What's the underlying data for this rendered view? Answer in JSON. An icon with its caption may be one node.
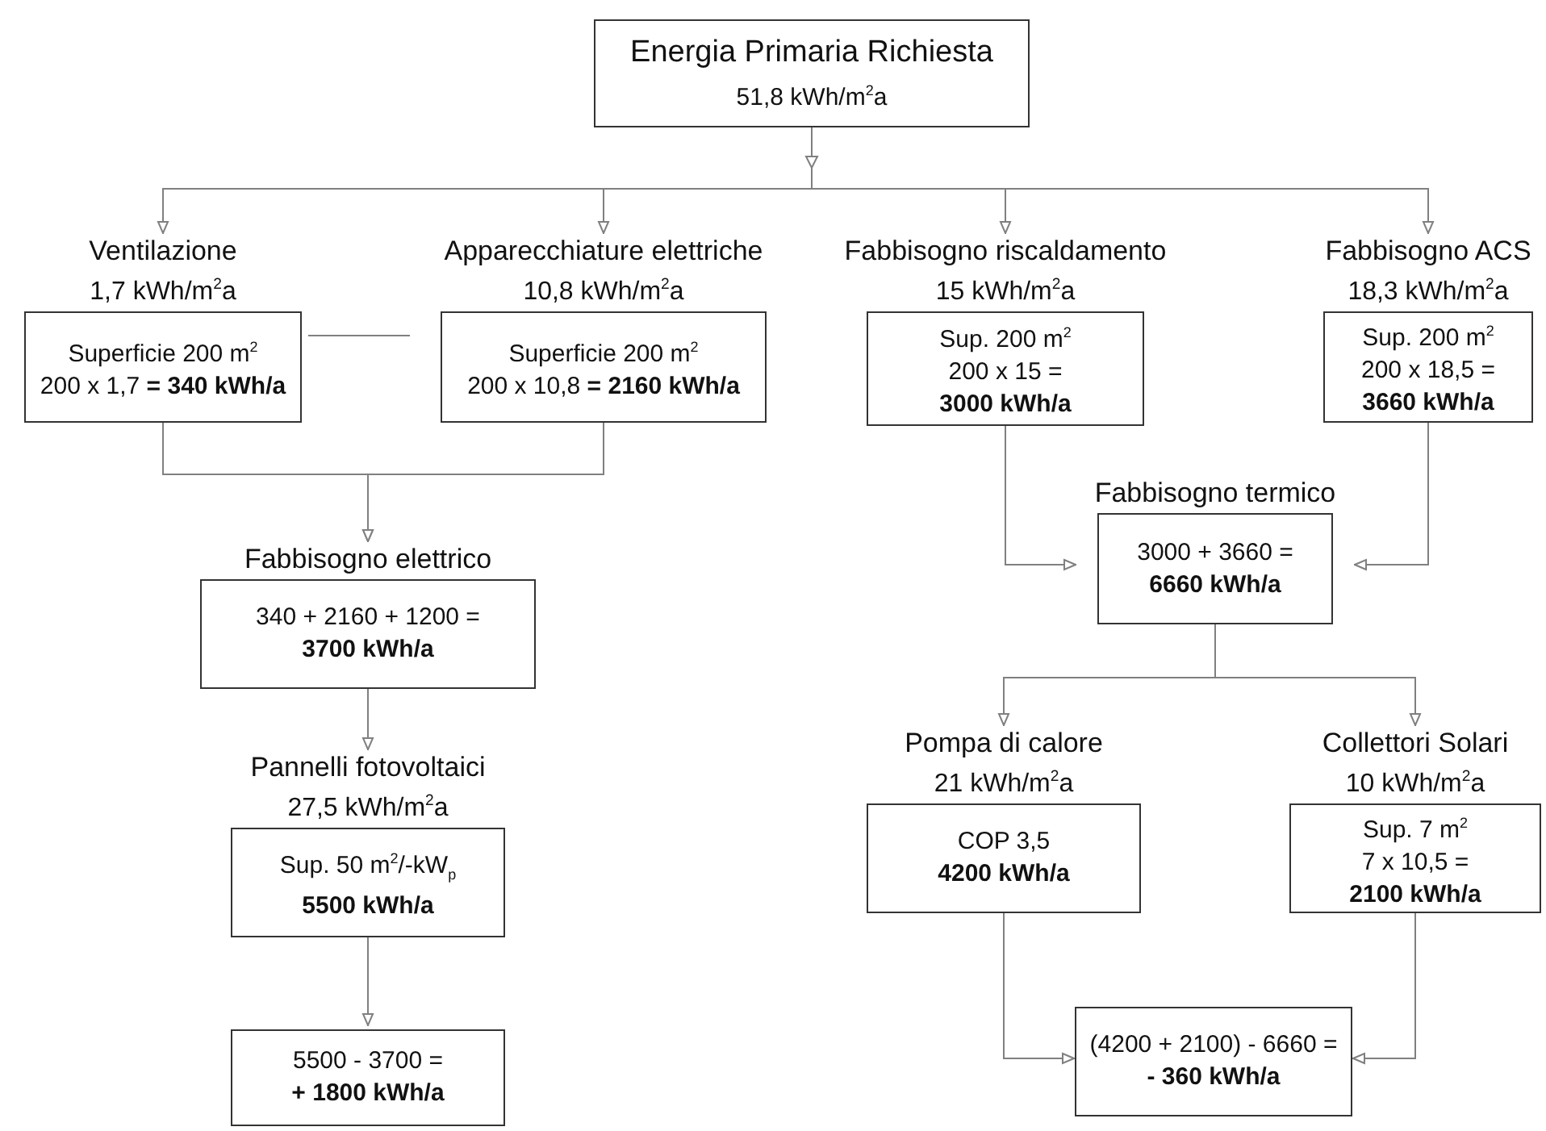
{
  "diagram": {
    "nodes": [
      {
        "text": [
          "Energia Primaria Richiesta",
          "51,8 kWh/m$^{2}$a"
        ]
      },
      {
        "text": [
          "Ventilazione",
          "1,7 kWh/m$^{2}$a",
          "Superficie 200 m$^{2}$",
          "200 x 1,7 **= 340 kWh/a**"
        ]
      },
      {
        "text": [
          "Apparecchiature elettriche",
          "10,8 kWh/m$^{2}$a",
          "Superficie 200 m$^{2}$",
          "200 x 10,8 **= 2160 kWh/a**"
        ]
      },
      {
        "text": [
          "Fabbisogno riscaldamento",
          "15 kWh/m$^{2}$a",
          "Sup. 200 m$^{2}$",
          "200 x 15 =",
          "**3000 kWh/a**"
        ]
      },
      {
        "text": [
          "Fabbisogno ACS",
          "18,3 kWh/m$^{2}$a",
          "Sup. 200 m$^{2}$",
          "200 x 18,5 =",
          "**3660 kWh/a**"
        ]
      },
      {
        "text": [
          "Fabbisogno elettrico",
          "340 + 2160 + 1200 =",
          "**3700 kWh/a**"
        ]
      },
      {
        "text": [
          "Pannelli fotovoltaici",
          "27,5 kWh/m$^{2}$a",
          "Sup. 50 m$^{2}$/-kW$_{p}$",
          "**5500 kWh/a**"
        ]
      },
      {
        "text": [
          "5500 - 3700 =",
          "**+ 1800 kWh/a**"
        ]
      },
      {
        "text": [
          "Fabbisogno termico",
          "3000 + 3660 =",
          "**6660 kWh/a**"
        ]
      },
      {
        "text": [
          "Pompa di calore",
          "21 kWh/m$^{2}$a",
          "COP 3,5",
          "**4200 kWh/a**"
        ]
      },
      {
        "text": [
          "Collettori Solari",
          "10 kWh/m$^{2}$a",
          "Sup. 7 m$^{2}$",
          "7 x 10,5 =",
          "**2100 kWh/a**"
        ]
      },
      {
        "text": [
          "(4200 + 2100) - 6660 =",
          "**- 360 kWh/a**"
        ]
      }
    ],
    "edges": [
      {
        "from": 0,
        "to": 1,
        "arrow": "to"
      },
      {
        "from": 0,
        "to": 2,
        "arrow": "to"
      },
      {
        "from": 0,
        "to": 3,
        "arrow": "to"
      },
      {
        "from": 0,
        "to": 4,
        "arrow": "to"
      },
      {
        "from": 1,
        "to": 2,
        "arrow": "none"
      },
      {
        "from": 1,
        "to": 5,
        "arrow": "to"
      },
      {
        "from": 2,
        "to": 5,
        "arrow": "to"
      },
      {
        "from": 5,
        "to": 6,
        "arrow": "to"
      },
      {
        "from": 6,
        "to": 7,
        "arrow": "to"
      },
      {
        "from": 3,
        "to": 8,
        "arrow": "to"
      },
      {
        "from": 4,
        "to": 8,
        "arrow": "to"
      },
      {
        "from": 8,
        "to": 9,
        "arrow": "to"
      },
      {
        "from": 8,
        "to": 10,
        "arrow": "to"
      },
      {
        "from": 9,
        "to": 11,
        "arrow": "to"
      },
      {
        "from": 10,
        "to": 11,
        "arrow": "to"
      }
    ]
  }
}
